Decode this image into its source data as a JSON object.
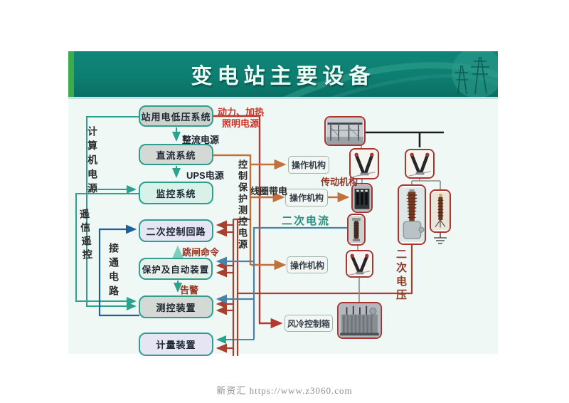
{
  "title": "变电站主要设备",
  "watermark": "新资汇 https://www.z3060.com",
  "flow": {
    "boxes": [
      {
        "label": "站用电低压系统"
      },
      {
        "label": "直流系统"
      },
      {
        "label": "监控系统"
      },
      {
        "label": "二次控制回路"
      },
      {
        "label": "保护及自动装置"
      },
      {
        "label": "测控装置"
      },
      {
        "label": "计量装置"
      }
    ],
    "actuator_boxes": [
      {
        "label": "操作机构"
      },
      {
        "label": "操作机构"
      },
      {
        "label": "操作机构"
      },
      {
        "label": "风冷控制箱"
      }
    ],
    "edge_labels": {
      "rectifier_power": "整流电源",
      "ups_power": "UPS电源",
      "trip_command": "跳闸命令",
      "alarm": "告警",
      "power_heating": "动力、加热",
      "lighting_power": "照明电源",
      "computer_power": "计算机电源",
      "remote_signal_control": "遥信遥控",
      "connecting_circuit": "接通电路",
      "control_protection_power": "控制保护测控电源",
      "coil_energized": "线圈带电",
      "secondary_current": "二次电流",
      "transmission_mechanism": "传动机构",
      "secondary_voltage": "二次电压"
    }
  },
  "equipment_icons": [
    {
      "name": "busbar-gantry-photo"
    },
    {
      "name": "disconnector-photo-top"
    },
    {
      "name": "circuit-breaker-photo"
    },
    {
      "name": "current-transformer-photo"
    },
    {
      "name": "disconnector-photo-lower"
    },
    {
      "name": "main-transformer-photo"
    },
    {
      "name": "disconnector-photo-right"
    },
    {
      "name": "voltage-transformer-photo"
    },
    {
      "name": "surge-arrester-photo"
    }
  ],
  "colors": {
    "banner_teal": "#0d7f72",
    "banner_accent_green": "#3cab4b",
    "box_border_teal": "#2f9e8e",
    "photo_border_red": "#a93531",
    "wire_teal": "#2aa28e",
    "wire_navy": "#1f5f9e",
    "wire_red": "#b5382e",
    "wire_orange": "#c4703c",
    "wire_dark_red": "#a8402f",
    "wire_blue": "#4a82a8",
    "busbar_black": "#1c1c1c",
    "red_text": "#cc3328",
    "dark_red_text": "#8f3a28",
    "teal_text": "#2a8f80"
  }
}
